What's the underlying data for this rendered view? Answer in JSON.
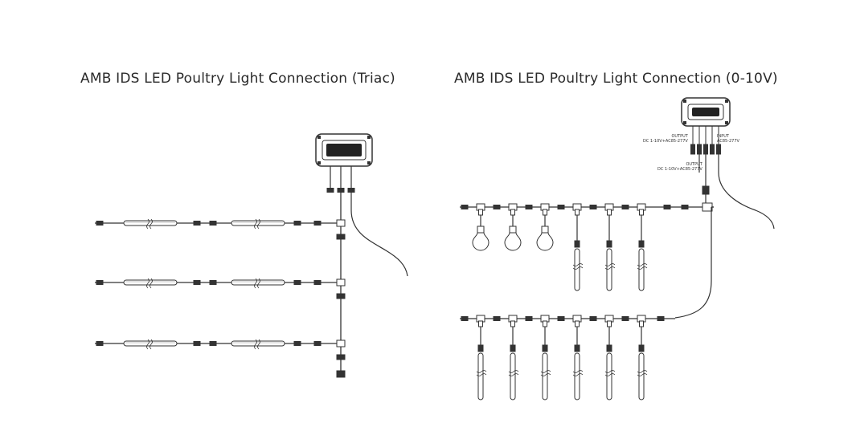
{
  "titles": {
    "triac": "AMB IDS LED Poultry Light Connection (Triac)",
    "zero_ten": "AMB IDS LED Poultry Light Connection (0-10V)"
  },
  "labels": {
    "output_top_1": "OUTPUT",
    "output_top_2": "DC 1-10V+AC85-277V",
    "input_1": "INPUT",
    "input_2": "AC85-277V",
    "output_mid_1": "OUTPUT",
    "output_mid_2": "DC 1-10V+AC85-277V"
  },
  "colors": {
    "line": "#333333",
    "fill": "#ffffff"
  }
}
